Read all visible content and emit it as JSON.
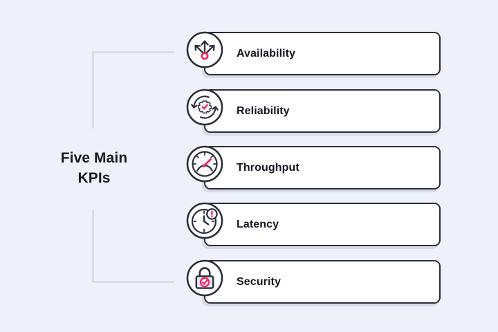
{
  "background_color": "#eef0fa",
  "accent_color": "#ec2a66",
  "ink_color": "#2b2d3a",
  "connector_color": "#d9dde8",
  "title": {
    "text": "Five Main\nKPIs",
    "line1": "Five Main",
    "line2": "KPIs"
  },
  "items": [
    {
      "label": "Availability",
      "icon": "availability-arrows-icon"
    },
    {
      "label": "Reliability",
      "icon": "reliability-gear-refresh-icon"
    },
    {
      "label": "Throughput",
      "icon": "throughput-speedometer-icon"
    },
    {
      "label": "Latency",
      "icon": "latency-clock-alert-icon"
    },
    {
      "label": "Security",
      "icon": "security-padlock-check-icon"
    }
  ]
}
